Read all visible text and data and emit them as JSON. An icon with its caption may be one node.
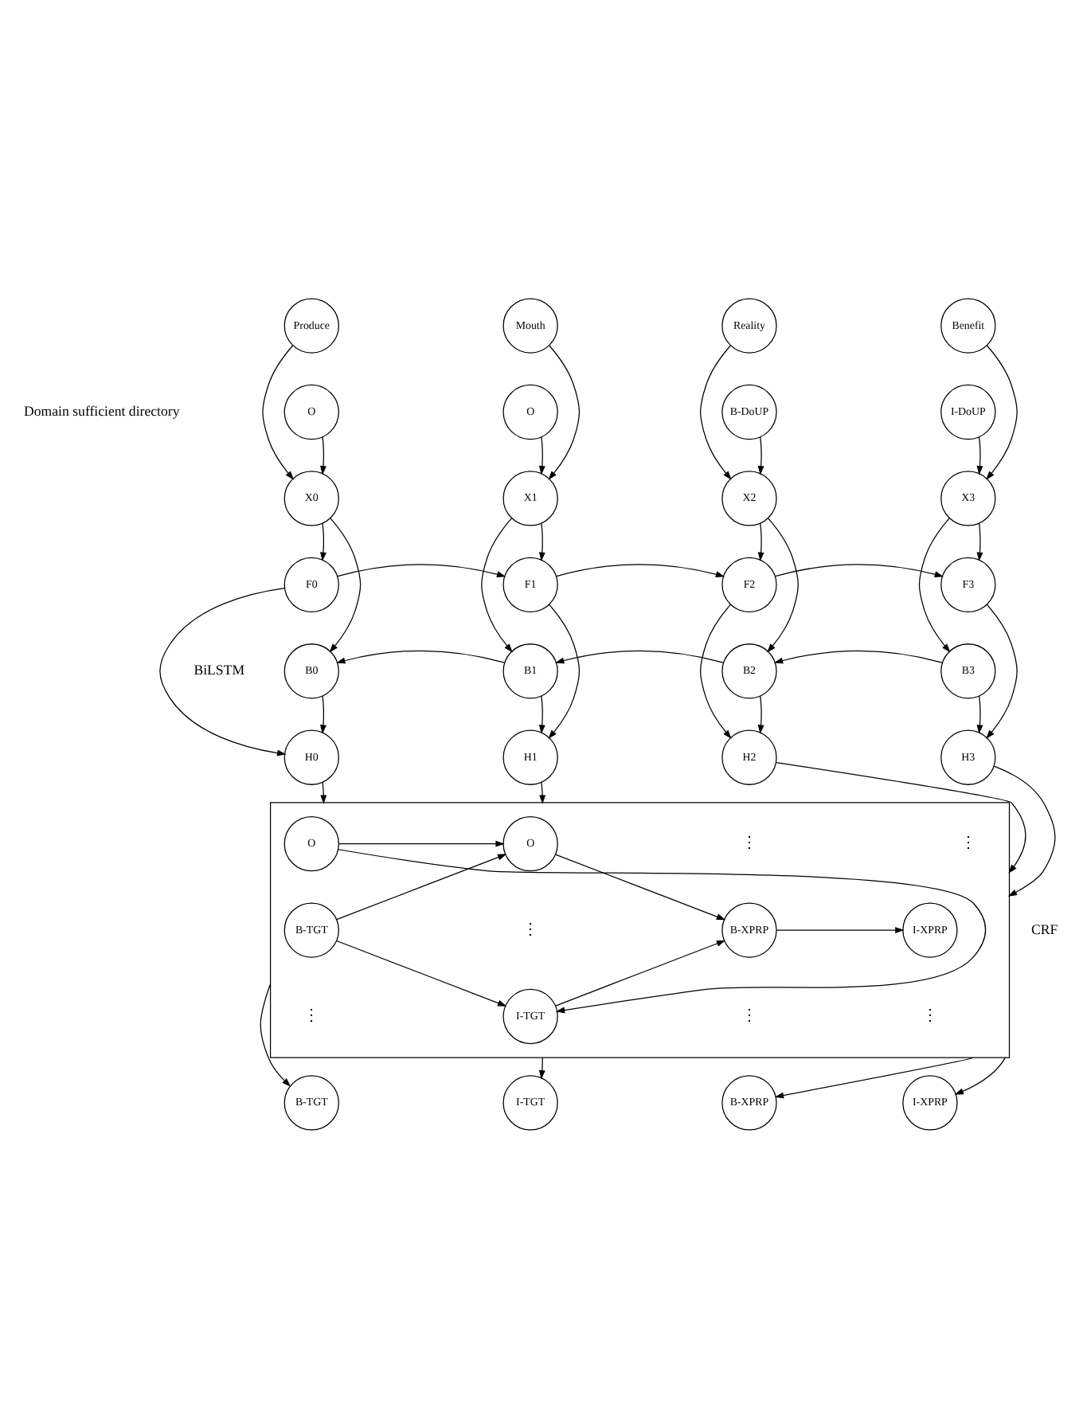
{
  "diagram": {
    "nodes": [
      {
        "text": [
          "Produce"
        ]
      },
      {
        "text": [
          "Mouth"
        ]
      },
      {
        "text": [
          "Reality"
        ]
      },
      {
        "text": [
          "Benefit"
        ]
      },
      {
        "text": [
          "O"
        ]
      },
      {
        "text": [
          "O"
        ]
      },
      {
        "text": [
          "B-DoUP"
        ]
      },
      {
        "text": [
          "I-DoUP"
        ]
      },
      {
        "text": [
          "X0"
        ]
      },
      {
        "text": [
          "X1"
        ]
      },
      {
        "text": [
          "X2"
        ]
      },
      {
        "text": [
          "X3"
        ]
      },
      {
        "text": [
          "F0"
        ]
      },
      {
        "text": [
          "F1"
        ]
      },
      {
        "text": [
          "F2"
        ]
      },
      {
        "text": [
          "F3"
        ]
      },
      {
        "text": [
          "B0"
        ]
      },
      {
        "text": [
          "B1"
        ]
      },
      {
        "text": [
          "B2"
        ]
      },
      {
        "text": [
          "B3"
        ]
      },
      {
        "text": [
          "H0"
        ]
      },
      {
        "text": [
          "H1"
        ]
      },
      {
        "text": [
          "H2"
        ]
      },
      {
        "text": [
          "H3"
        ]
      },
      {
        "text": [],
        "shape": "box"
      },
      {
        "text": [
          "O"
        ],
        "in": 24
      },
      {
        "text": [
          "B-TGT"
        ],
        "in": 24
      },
      {
        "text": [
          "O"
        ],
        "in": 24
      },
      {
        "text": [
          "I-TGT"
        ],
        "in": 24
      },
      {
        "text": [
          "B-XPRP"
        ],
        "in": 24
      },
      {
        "text": [
          "I-XPRP"
        ],
        "in": 24
      },
      {
        "text": [
          "B-TGT"
        ]
      },
      {
        "text": [
          "I-TGT"
        ]
      },
      {
        "text": [
          "B-XPRP"
        ]
      },
      {
        "text": [
          "I-XPRP"
        ]
      }
    ],
    "edges": [
      {
        "from": 0,
        "to": 8,
        "arrow": "to"
      },
      {
        "from": 4,
        "to": 8,
        "arrow": "to"
      },
      {
        "from": 1,
        "to": 9,
        "arrow": "to"
      },
      {
        "from": 5,
        "to": 9,
        "arrow": "to"
      },
      {
        "from": 2,
        "to": 10,
        "arrow": "to"
      },
      {
        "from": 6,
        "to": 10,
        "arrow": "to"
      },
      {
        "from": 3,
        "to": 11,
        "arrow": "to"
      },
      {
        "from": 7,
        "to": 11,
        "arrow": "to"
      },
      {
        "from": 8,
        "to": 12,
        "arrow": "to"
      },
      {
        "from": 8,
        "to": 16,
        "arrow": "to"
      },
      {
        "from": 9,
        "to": 13,
        "arrow": "to"
      },
      {
        "from": 9,
        "to": 17,
        "arrow": "to"
      },
      {
        "from": 10,
        "to": 14,
        "arrow": "to"
      },
      {
        "from": 10,
        "to": 18,
        "arrow": "to"
      },
      {
        "from": 11,
        "to": 15,
        "arrow": "to"
      },
      {
        "from": 11,
        "to": 19,
        "arrow": "to"
      },
      {
        "from": 12,
        "to": 13,
        "arrow": "to"
      },
      {
        "from": 13,
        "to": 14,
        "arrow": "to"
      },
      {
        "from": 14,
        "to": 15,
        "arrow": "to"
      },
      {
        "from": 19,
        "to": 18,
        "arrow": "to"
      },
      {
        "from": 18,
        "to": 17,
        "arrow": "to"
      },
      {
        "from": 17,
        "to": 16,
        "arrow": "to"
      },
      {
        "from": 12,
        "to": 20,
        "arrow": "to"
      },
      {
        "from": 16,
        "to": 20,
        "arrow": "to"
      },
      {
        "from": 13,
        "to": 21,
        "arrow": "to"
      },
      {
        "from": 17,
        "to": 21,
        "arrow": "to"
      },
      {
        "from": 14,
        "to": 22,
        "arrow": "to"
      },
      {
        "from": 18,
        "to": 22,
        "arrow": "to"
      },
      {
        "from": 15,
        "to": 23,
        "arrow": "to"
      },
      {
        "from": 19,
        "to": 23,
        "arrow": "to"
      },
      {
        "from": 20,
        "to": 24,
        "arrow": "to"
      },
      {
        "from": 21,
        "to": 24,
        "arrow": "to"
      },
      {
        "from": 22,
        "to": 24,
        "arrow": "to"
      },
      {
        "from": 23,
        "to": 24,
        "arrow": "to"
      },
      {
        "from": 25,
        "to": 27,
        "arrow": "to"
      },
      {
        "from": 25,
        "to": 28,
        "arrow": "to"
      },
      {
        "from": 26,
        "to": 27,
        "arrow": "to"
      },
      {
        "from": 26,
        "to": 28,
        "arrow": "to"
      },
      {
        "from": 27,
        "to": 29,
        "arrow": "to"
      },
      {
        "from": 28,
        "to": 29,
        "arrow": "to"
      },
      {
        "from": 29,
        "to": 30,
        "arrow": "to"
      },
      {
        "from": 24,
        "to": 31,
        "arrow": "to"
      },
      {
        "from": 24,
        "to": 32,
        "arrow": "to"
      },
      {
        "from": 24,
        "to": 33,
        "arrow": "to"
      },
      {
        "from": 24,
        "to": 34,
        "arrow": "to"
      }
    ],
    "labels": [
      "Domain sufficient directory",
      "BiLSTM",
      "CRF",
      "⋮",
      "⋮",
      "⋮",
      "⋮",
      "⋮",
      "⋮"
    ]
  }
}
